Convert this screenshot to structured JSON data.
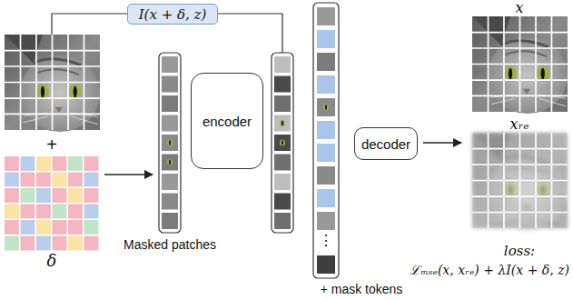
{
  "diagram": {
    "nodes": [
      {
        "text": [
          "I(x + δ, z)"
        ]
      },
      {
        "text": [
          "encoder"
        ]
      },
      {
        "text": [
          "decoder"
        ]
      }
    ],
    "labels": [
      "+",
      "δ",
      "Masked patches",
      "⋮",
      "+ mask tokens",
      "x",
      "xᵣₑ",
      "loss:",
      "ℒₘₛₑ(x, xᵣₑ) + λI(x + δ, z)"
    ]
  }
}
